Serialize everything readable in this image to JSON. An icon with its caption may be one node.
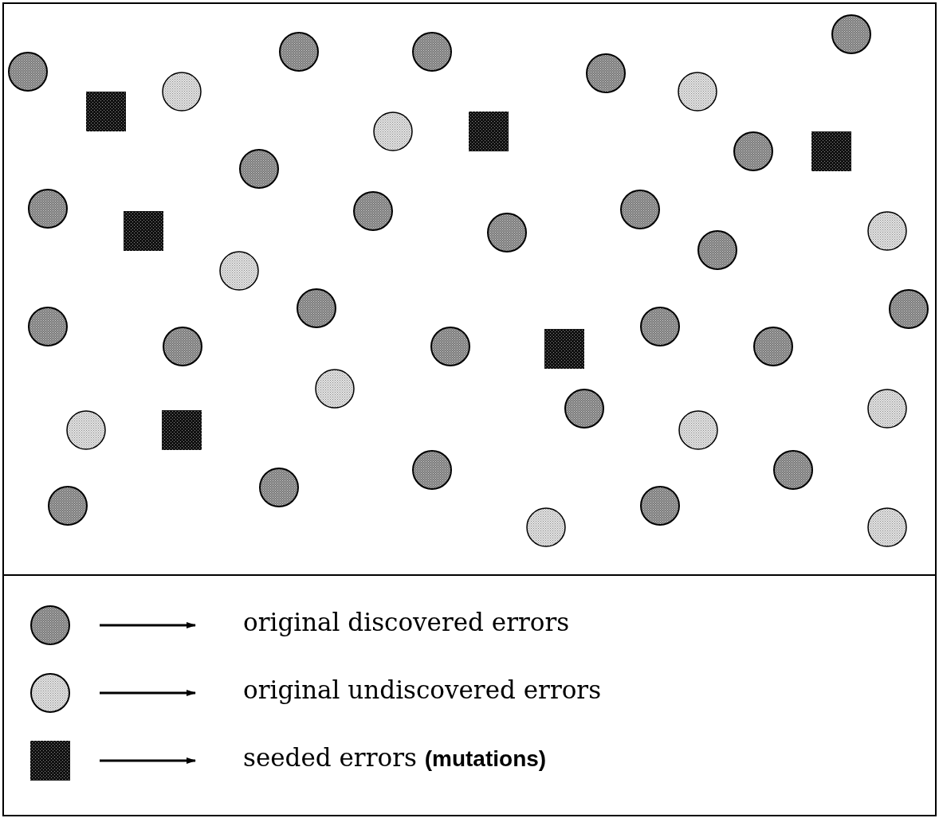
{
  "diagram": {
    "legend": [
      {
        "text": "original discovered errors"
      },
      {
        "text": "original undiscovered errors"
      },
      {
        "text": "seeded errors **(mutations)**"
      }
    ]
  }
}
